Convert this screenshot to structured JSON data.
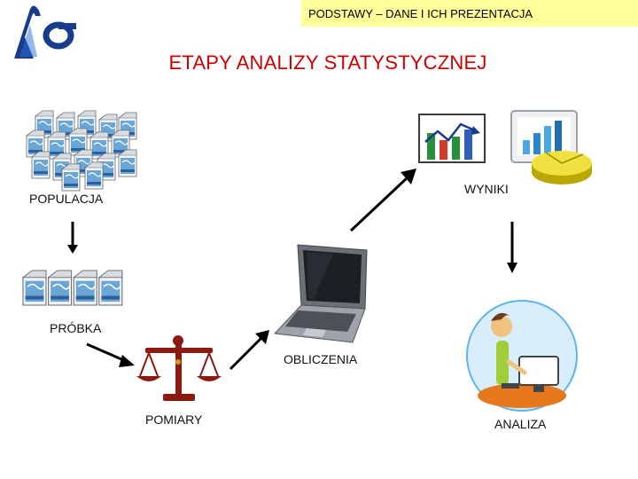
{
  "header": {
    "text": "PODSTAWY – DANE I ICH PREZENTACJA"
  },
  "title": "ETAPY ANALIZY STATYSTYCZNEJ",
  "logo": {
    "symbol": "λσ",
    "colors": [
      "#1a3a8a",
      "#2c6fd6"
    ]
  },
  "nodes": {
    "populacja": "POPULACJA",
    "probka": "PRÓBKA",
    "pomiary": "POMIARY",
    "obliczenia": "OBLICZENIA",
    "analiza": "ANALIZA",
    "wyniki": "WYNIKI"
  },
  "icons": {
    "population": "milk-cartons-group-icon",
    "sample": "milk-cartons-row-icon",
    "measurement": "balance-scale-icon",
    "computation": "laptop-icon",
    "analysis": "person-at-computer-icon",
    "results": [
      "chart-icon",
      "bar-chart-window-icon",
      "pie-chart-icon"
    ]
  },
  "colors": {
    "title": "#cc0000",
    "header_bg": "#ffff99",
    "arrow": "#000000"
  }
}
